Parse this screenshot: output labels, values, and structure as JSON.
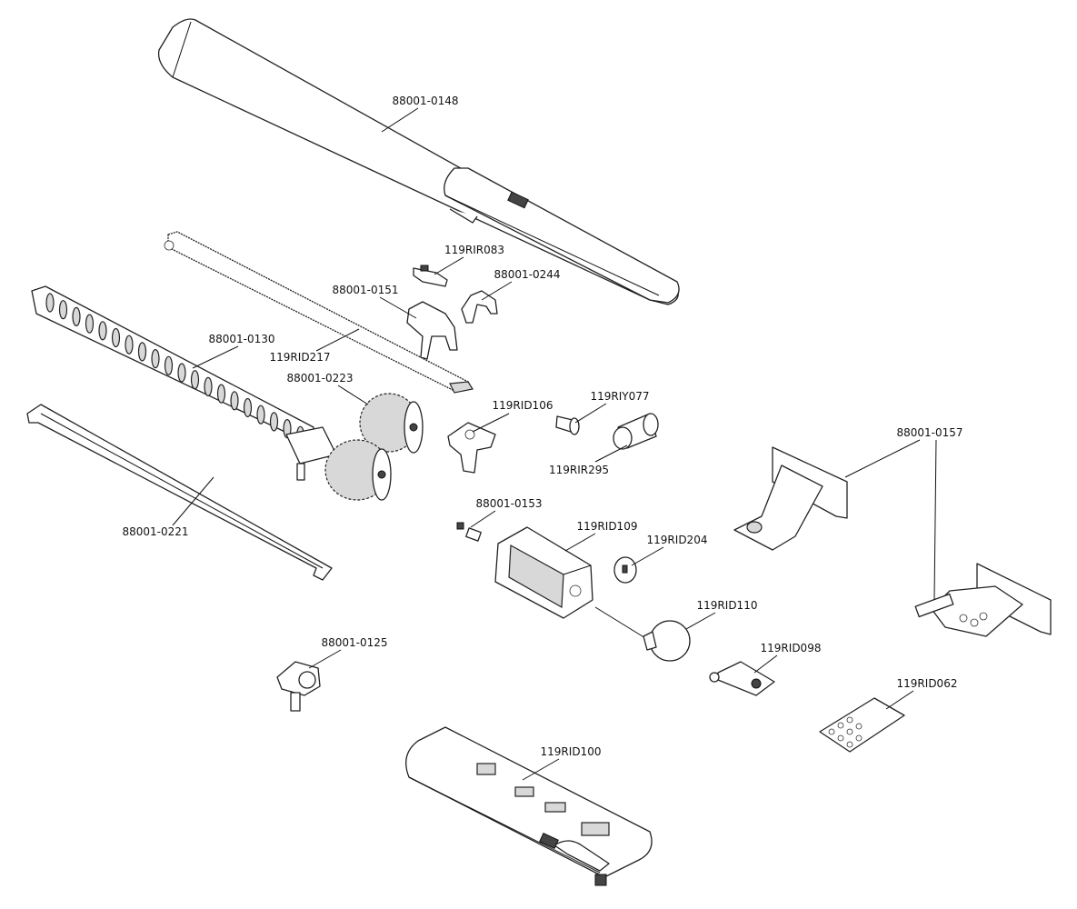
{
  "diagram": {
    "type": "exploded-parts-diagram",
    "parts": [
      {
        "id": "p0148",
        "code": "88001-0148"
      },
      {
        "id": "p083",
        "code": "119RIR083"
      },
      {
        "id": "p0244",
        "code": "88001-0244"
      },
      {
        "id": "p0151",
        "code": "88001-0151"
      },
      {
        "id": "p0130",
        "code": "88001-0130"
      },
      {
        "id": "p217",
        "code": "119RID217"
      },
      {
        "id": "p0223",
        "code": "88001-0223"
      },
      {
        "id": "p106",
        "code": "119RID106"
      },
      {
        "id": "p077",
        "code": "119RIY077"
      },
      {
        "id": "p295",
        "code": "119RIR295"
      },
      {
        "id": "p0157",
        "code": "88001-0157"
      },
      {
        "id": "p0153",
        "code": "88001-0153"
      },
      {
        "id": "p109",
        "code": "119RID109"
      },
      {
        "id": "p204",
        "code": "119RID204"
      },
      {
        "id": "p0221",
        "code": "88001-0221"
      },
      {
        "id": "p110",
        "code": "119RID110"
      },
      {
        "id": "p098",
        "code": "119RID098"
      },
      {
        "id": "p0125",
        "code": "88001-0125"
      },
      {
        "id": "p062",
        "code": "119RID062"
      },
      {
        "id": "p100",
        "code": "119RID100"
      }
    ]
  }
}
